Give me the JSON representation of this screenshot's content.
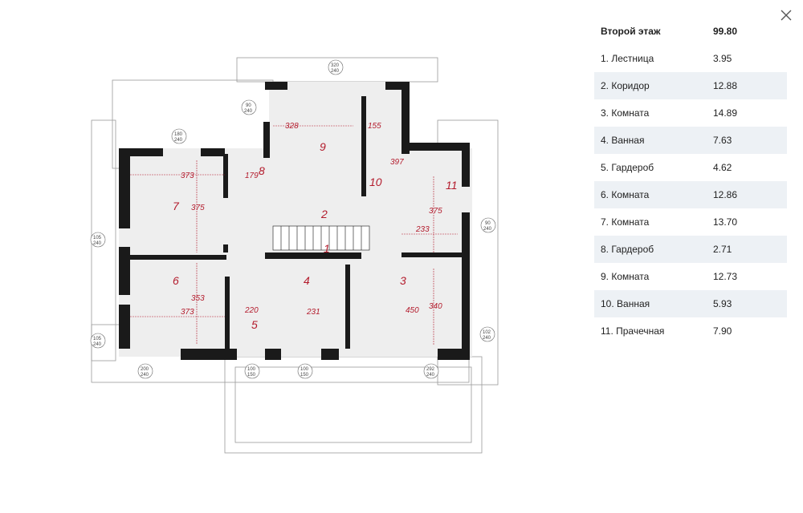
{
  "close_label": "×",
  "header": {
    "title": "Второй этаж",
    "total": "99.80"
  },
  "rooms": [
    {
      "name": "1. Лестница",
      "area": "3.95"
    },
    {
      "name": "2. Коридор",
      "area": "12.88"
    },
    {
      "name": "3. Комната",
      "area": "14.89"
    },
    {
      "name": "4. Ванная",
      "area": "7.63"
    },
    {
      "name": "5. Гардероб",
      "area": "4.62"
    },
    {
      "name": "6. Комната",
      "area": "12.86"
    },
    {
      "name": "7. Комната",
      "area": "13.70"
    },
    {
      "name": "8. Гардероб",
      "area": "2.71"
    },
    {
      "name": "9. Комната",
      "area": "12.73"
    },
    {
      "name": "10. Ванная",
      "area": "5.93"
    },
    {
      "name": "11. Прачечная",
      "area": "7.90"
    }
  ],
  "plan": {
    "room_numbers": [
      "1",
      "2",
      "3",
      "4",
      "5",
      "6",
      "7",
      "8",
      "9",
      "10",
      "11"
    ],
    "dimensions": [
      "328",
      "155",
      "373",
      "179",
      "375",
      "397",
      "375",
      "233",
      "353",
      "373",
      "220",
      "231",
      "450",
      "340"
    ],
    "window_tags": [
      "320",
      "240",
      "90",
      "240",
      "180",
      "240",
      "105",
      "240",
      "90",
      "240",
      "105",
      "240",
      "102",
      "240",
      "200",
      "240",
      "100",
      "150",
      "100",
      "150",
      "292",
      "240"
    ]
  },
  "colors": {
    "accent": "#b31b2c",
    "wall": "#1a1a1a",
    "row_alt": "#edf1f5"
  }
}
